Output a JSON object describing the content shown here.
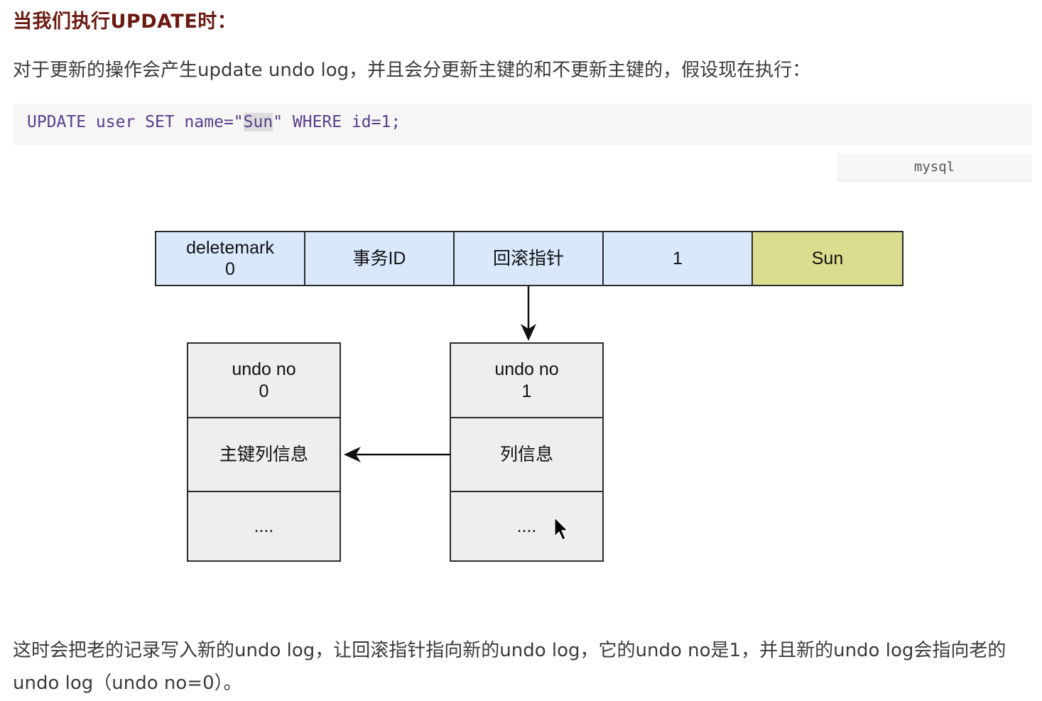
{
  "heading": "当我们执行UPDATE时：",
  "intro": "对于更新的操作会产生update undo log，并且会分更新主键的和不更新主键的，假设现在执行：",
  "code": {
    "before": "UPDATE user SET name=\"",
    "selected": "Sun",
    "after": "\" WHERE id=1;",
    "language": "mysql"
  },
  "record": {
    "deletemark_label": "deletemark",
    "deletemark_value": "0",
    "trx_id": "事务ID",
    "roll_pointer": "回滚指针",
    "id_value": "1",
    "name_value": "Sun"
  },
  "undo_logs": [
    {
      "title": "undo no",
      "number": "0",
      "info": "主键列信息",
      "more": "...."
    },
    {
      "title": "undo no",
      "number": "1",
      "info": "列信息",
      "more": "...."
    }
  ],
  "colors": {
    "field_blue": "#dae8fc",
    "field_yellow": "#dbdd8e",
    "undo_gray": "#eeeeee",
    "heading": "#6b1a12"
  },
  "explanation": "这时会把老的记录写入新的undo log，让回滚指针指向新的undo log，它的undo no是1，并且新的undo log会指向老的undo log（undo no=0）。"
}
